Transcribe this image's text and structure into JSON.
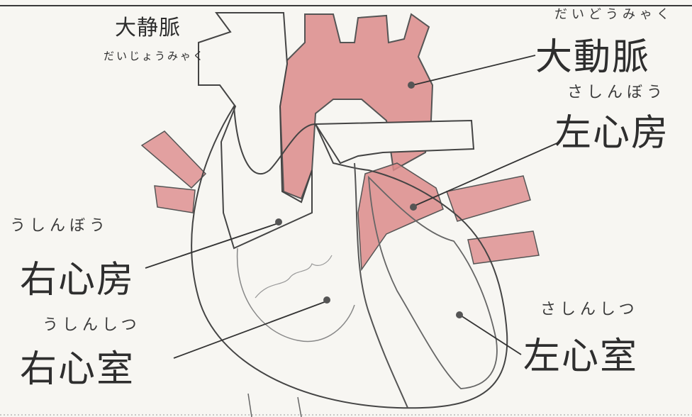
{
  "labels": {
    "aorta": {
      "ruby": "だいどうみゃく",
      "name": "大動脈"
    },
    "vena_cava": {
      "ruby": "だいじょうみゃく",
      "name": "大静脈"
    },
    "left_atrium": {
      "ruby": "さしんぼう",
      "name": "左心房"
    },
    "right_atrium": {
      "ruby": "うしんぼう",
      "name": "右心房"
    },
    "right_ventricle": {
      "ruby": "うしんしつ",
      "name": "右心室"
    },
    "left_ventricle": {
      "ruby": "さしんしつ",
      "name": "左心室"
    }
  },
  "colors": {
    "artery_red": "#d98585",
    "pencil": "#3a3a3a",
    "paper": "#f7f6f2"
  }
}
